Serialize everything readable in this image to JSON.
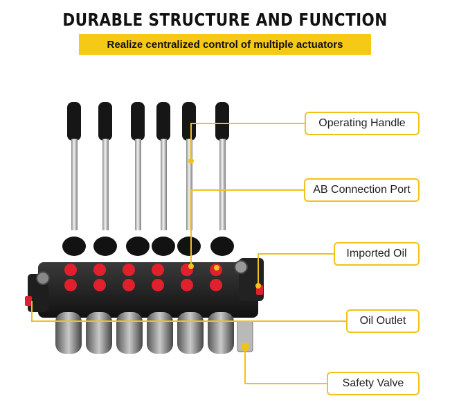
{
  "header": {
    "title": "DURABLE STRUCTURE AND FUNCTION",
    "subtitle": "Realize centralized control of multiple actuators"
  },
  "callouts": [
    {
      "label": "Operating Handle"
    },
    {
      "label": "AB Connection Port"
    },
    {
      "label": "Imported Oil"
    },
    {
      "label": "Oil Outlet"
    },
    {
      "label": "Safety Valve"
    }
  ],
  "colors": {
    "accent": "#f6c917",
    "line": "#f2c11a",
    "port_red": "#e0202c",
    "body_black": "#1b1b1b"
  }
}
